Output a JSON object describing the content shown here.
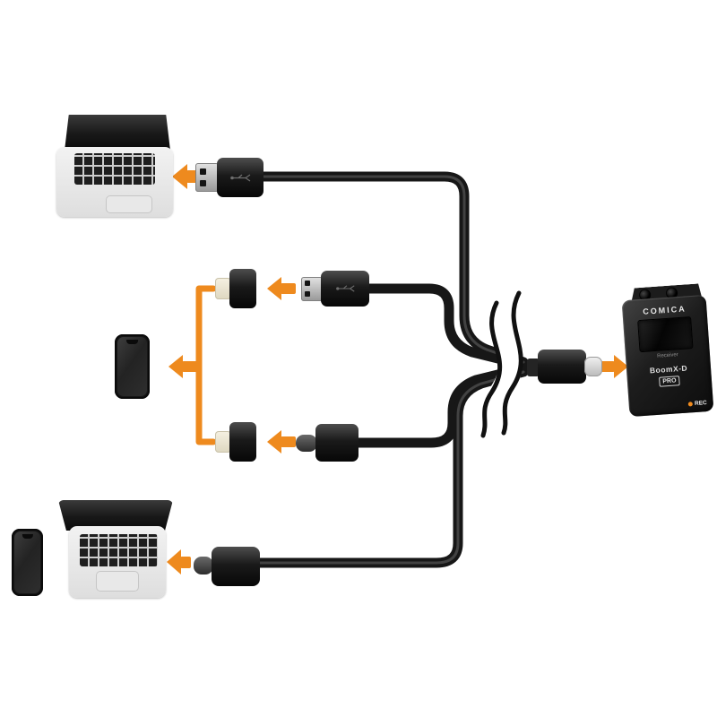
{
  "page": {
    "background": "#ffffff",
    "kind": "product-connection-diagram"
  },
  "colors": {
    "accent_orange": "#EE8A1E",
    "cable_black": "#171717",
    "cable_highlight": "#474747",
    "laptop_body": "#ececec",
    "device_black": "#141414",
    "lightning_tip": "#efe8d6",
    "usb_metal": "#c8c8c8",
    "rec_dot": "#F28C1E"
  },
  "receiver": {
    "brand": "COMICA",
    "label": "Receiver",
    "model": "BoomX-D",
    "badge": "PRO",
    "rec": "REC"
  },
  "connections": {
    "row1": {
      "device": "laptop",
      "connector": "usb-a-plug"
    },
    "row2": {
      "device": "phone",
      "adapter": "lightning-adapter",
      "connector": "usb-a-plug"
    },
    "row3": {
      "device": "phone",
      "adapter": "lightning-adapter",
      "connector": "usb-c-plug"
    },
    "row4": {
      "devices": "phone and laptop",
      "connector": "usb-c-plug"
    },
    "output": {
      "connector": "usb-c-plug",
      "device": "receiver",
      "break_symbol": "cable-break"
    }
  }
}
